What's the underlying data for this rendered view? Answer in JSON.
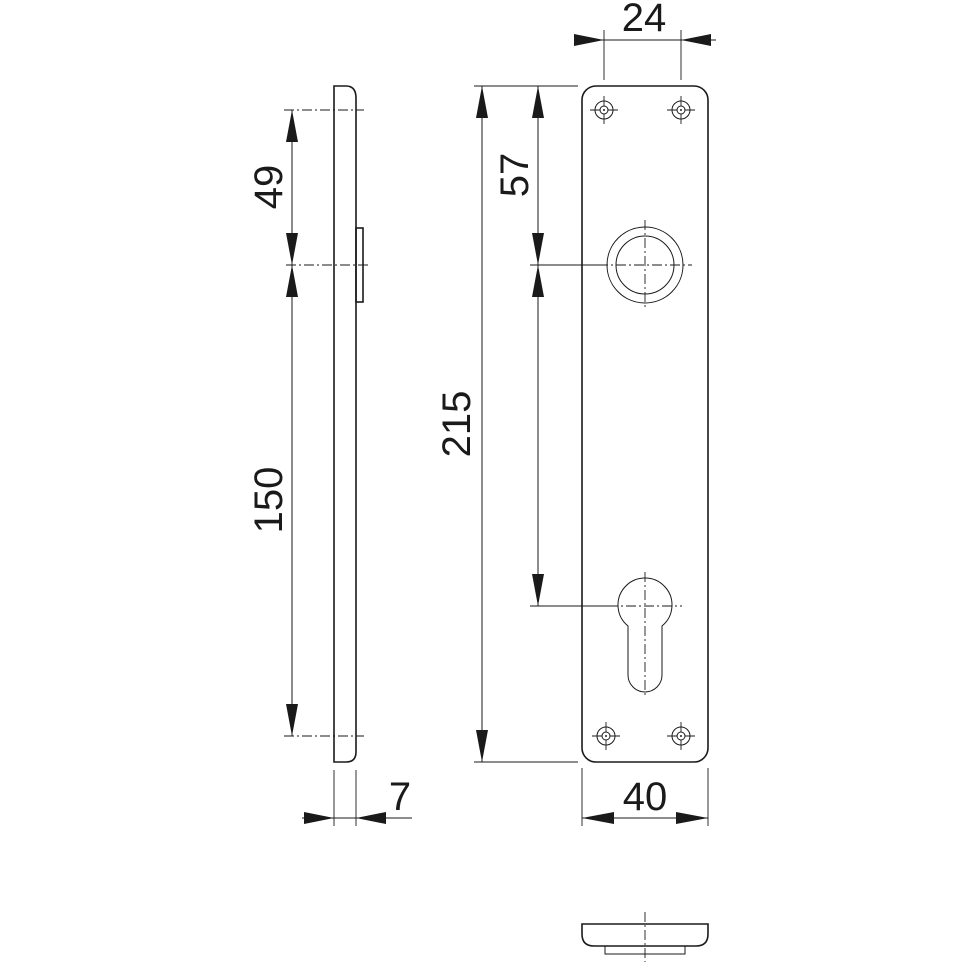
{
  "dimensions": {
    "top_hole_spacing": "24",
    "spindle_from_top": "57",
    "overall_height": "215",
    "spindle_to_top_edge_side": "49",
    "spindle_to_cylinder": "150",
    "plate_width": "40",
    "plate_thickness": "7"
  },
  "colors": {
    "line": "#1a1a1a",
    "background": "#ffffff"
  }
}
